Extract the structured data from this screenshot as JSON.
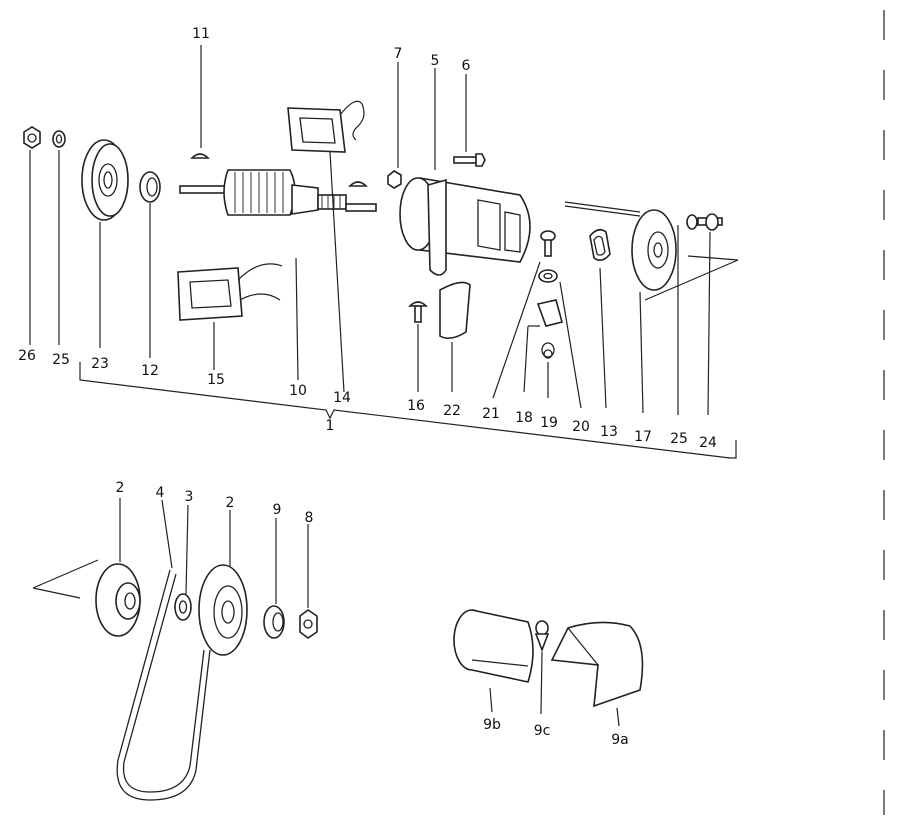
{
  "callouts": {
    "c1": "1",
    "c2a": "2",
    "c2b": "2",
    "c3": "3",
    "c4": "4",
    "c5": "5",
    "c6": "6",
    "c7": "7",
    "c8": "8",
    "c9": "9",
    "c9a": "9a",
    "c9b": "9b",
    "c9c": "9c",
    "c10": "10",
    "c11": "11",
    "c12": "12",
    "c13": "13",
    "c14": "14",
    "c15": "15",
    "c16": "16",
    "c17": "17",
    "c18": "18",
    "c19": "19",
    "c20": "20",
    "c21": "21",
    "c22": "22",
    "c23": "23",
    "c24": "24",
    "c25a": "25",
    "c25b": "25",
    "c26": "26"
  }
}
